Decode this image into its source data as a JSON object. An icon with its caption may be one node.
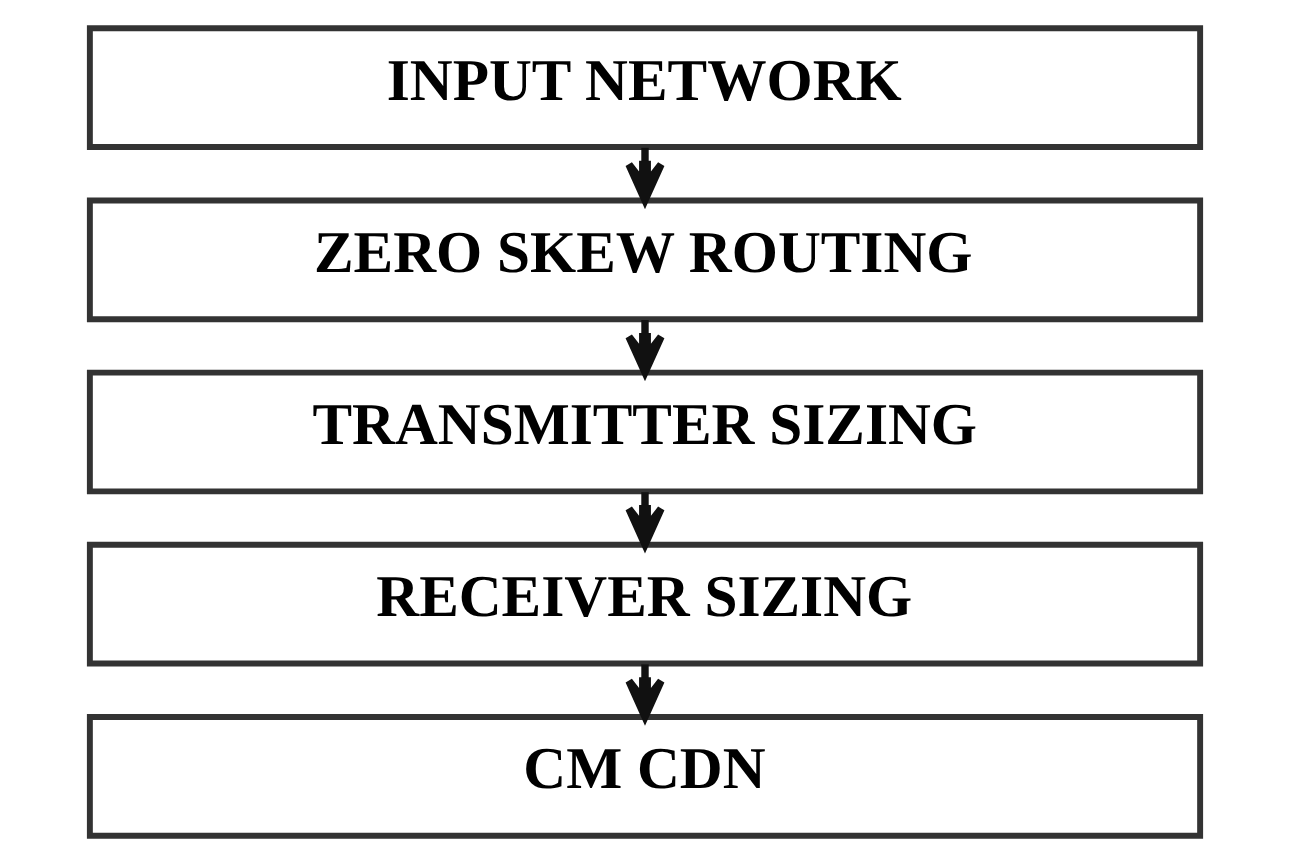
{
  "diagram": {
    "nodes": [
      {
        "text": [
          "INPUT NETWORK"
        ]
      },
      {
        "text": [
          "ZERO SKEW ROUTING"
        ]
      },
      {
        "text": [
          "TRANSMITTER SIZING"
        ]
      },
      {
        "text": [
          "RECEIVER SIZING"
        ]
      },
      {
        "text": [
          "CM CDN"
        ]
      }
    ],
    "edges": [
      {
        "from": 0,
        "to": 1,
        "arrow": "to"
      },
      {
        "from": 1,
        "to": 2,
        "arrow": "to"
      },
      {
        "from": 2,
        "to": 3,
        "arrow": "to"
      },
      {
        "from": 3,
        "to": 4,
        "arrow": "to"
      }
    ]
  }
}
